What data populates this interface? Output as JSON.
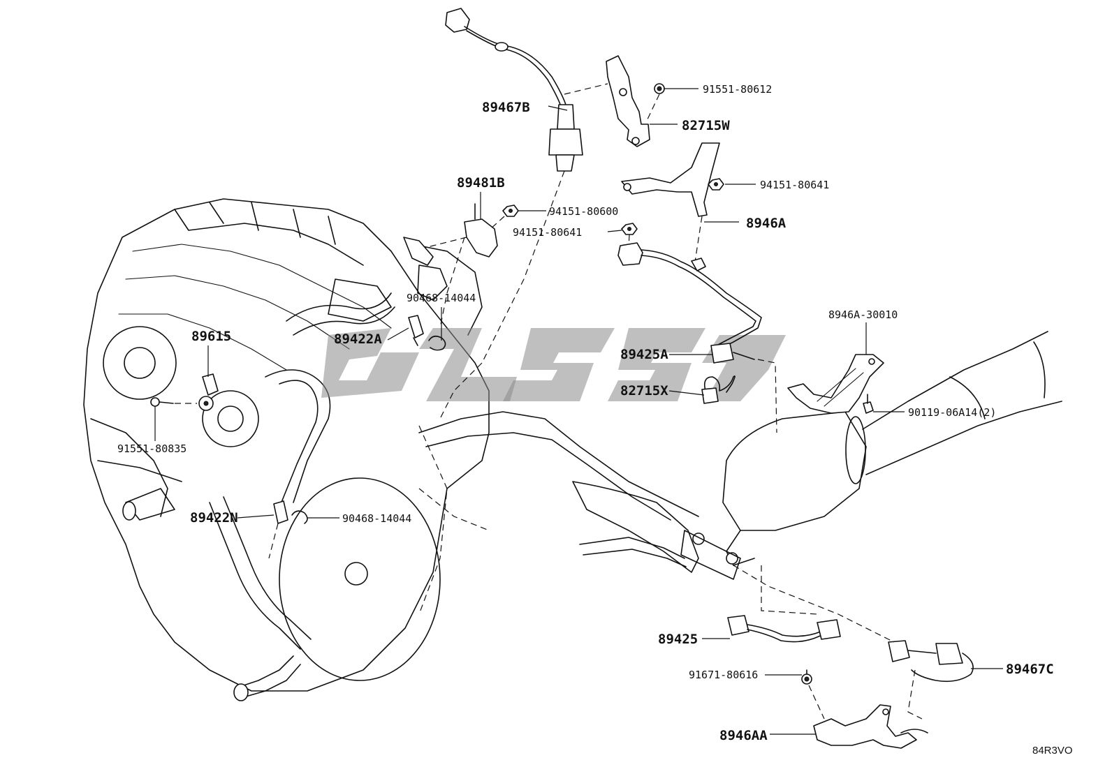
{
  "labels": {
    "p89467B": "89467B",
    "p91551_80612": "91551-80612",
    "p82715W": "82715W",
    "p94151_80641a": "94151-80641",
    "p8946A": "8946A",
    "p89481B": "89481B",
    "p94151_80600": "94151-80600",
    "p94151_80641b": "94151-80641",
    "p90468_14044a": "90468-14044",
    "p89422A": "89422A",
    "p89615": "89615",
    "p8946A_30010": "8946A-30010",
    "p89425A": "89425A",
    "p82715X": "82715X",
    "p90119_06A14": "90119-06A14(2)",
    "p91551_80835": "91551-80835",
    "p89422N": "89422N",
    "p90468_14044b": "90468-14044",
    "p89425": "89425",
    "p89467C": "89467C",
    "p91671_80616": "91671-80616",
    "p8946AA": "8946AA"
  },
  "diagram_ref": "84R3VO"
}
